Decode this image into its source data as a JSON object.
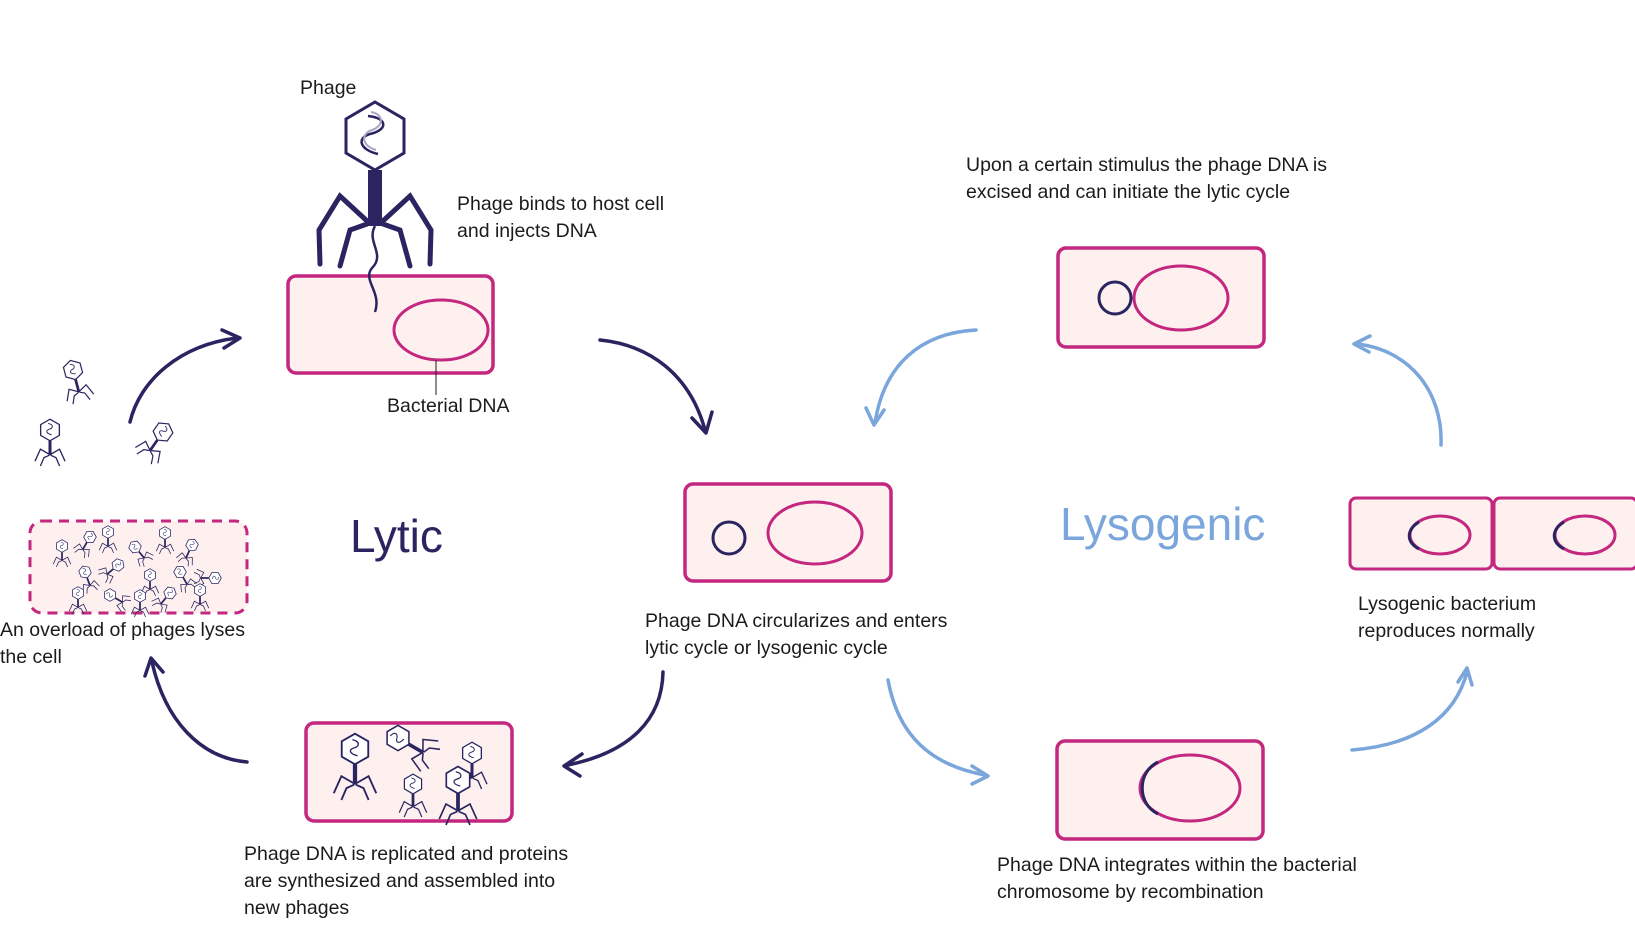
{
  "labels": {
    "phage": "Phage",
    "bacterial_dna": "Bacterial DNA",
    "binds": [
      "Phage binds to host cell",
      "and injects DNA"
    ],
    "circularizes": [
      "Phage DNA circularizes and enters",
      "lytic cycle or lysogenic cycle"
    ],
    "replicated": [
      "Phage DNA is replicated and proteins",
      "are synthesized and assembled into",
      "new phages"
    ],
    "lyses": [
      "An overload of phages lyses",
      "the cell"
    ],
    "excised": [
      "Upon a certain stimulus the phage DNA is",
      "excised and can initiate the lytic cycle"
    ],
    "reproduces": [
      "Lysogenic bacterium",
      "reproduces normally"
    ],
    "integrates": [
      "Phage DNA integrates within the bacterial",
      "chromosome by recombination"
    ]
  },
  "cycles": {
    "lytic": "Lytic",
    "lysogenic": "Lysogenic"
  },
  "colors": {
    "cell_border": "#c3277f",
    "cell_fill": "#fdf0ef",
    "phage": "#2a2560",
    "lytic_arrow": "#2a2560",
    "lysogenic_arrow": "#7aa6dc",
    "lysogenic_text": "#7aa6dc",
    "text": "#1b1b1b"
  }
}
